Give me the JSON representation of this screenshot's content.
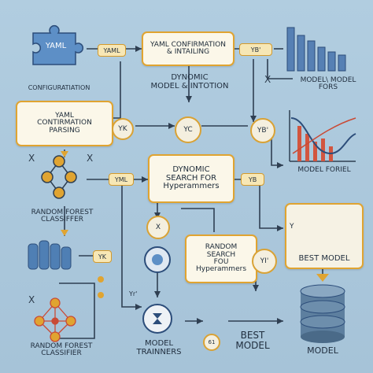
{
  "nodes": {
    "yaml_puzzle": "YAML",
    "config_caption": "CONFIGURATIATION",
    "yaml_tag_1": "YAML",
    "yaml_config_box": [
      "YAML CONFIRMATION",
      "& INTAILING"
    ],
    "yb_tag_top": "YB'",
    "dynamic_model_caption": [
      "DYNOMIC",
      "MODEL & INTOTION"
    ],
    "model_model_caption": [
      "MODEL\\ MODEL",
      "FORS"
    ],
    "yaml_parsing_box": [
      "YAML",
      "CONTIRMATION",
      "PARSING"
    ],
    "yk_circle": "YK",
    "yc_circle": "YC",
    "yb_circle": "YB'",
    "dynamic_search_box": [
      "DYNOMIC",
      "SEARCH FOR",
      "Hyperammers"
    ],
    "yml_tag": "YML",
    "yb_tag_mid": "YB",
    "model_forel_caption": "MODEL FORIEL",
    "random_forest_caption_1": [
      "RANDOM FOREST",
      "CLASSIFFER"
    ],
    "random_search_box": [
      "RANDOM",
      "SEARCH",
      "FOU",
      "Hyperammers"
    ],
    "best_model_box_label": "BEST MODEL",
    "y_small": "Y",
    "x_label": "X",
    "yk_tag_small": "YK",
    "yr_label": "YI'",
    "y_curve": "Yr'",
    "random_forest_caption_2": [
      "RANDOM FOREST",
      "CLASSIFIER"
    ],
    "model_trainers_caption": [
      "MODEL",
      "TRAINNERS"
    ],
    "number_badge": "61",
    "best_model_caption": [
      "BEST",
      "MODEL"
    ],
    "model_caption": "MODEL"
  },
  "colors": {
    "background": "#a9c7dc",
    "box_fill": "#fbf7e9",
    "accent_orange": "#e0a431",
    "wire": "#2f3f52",
    "node_blue": "#4f7fb4",
    "node_red": "#c94a35"
  }
}
